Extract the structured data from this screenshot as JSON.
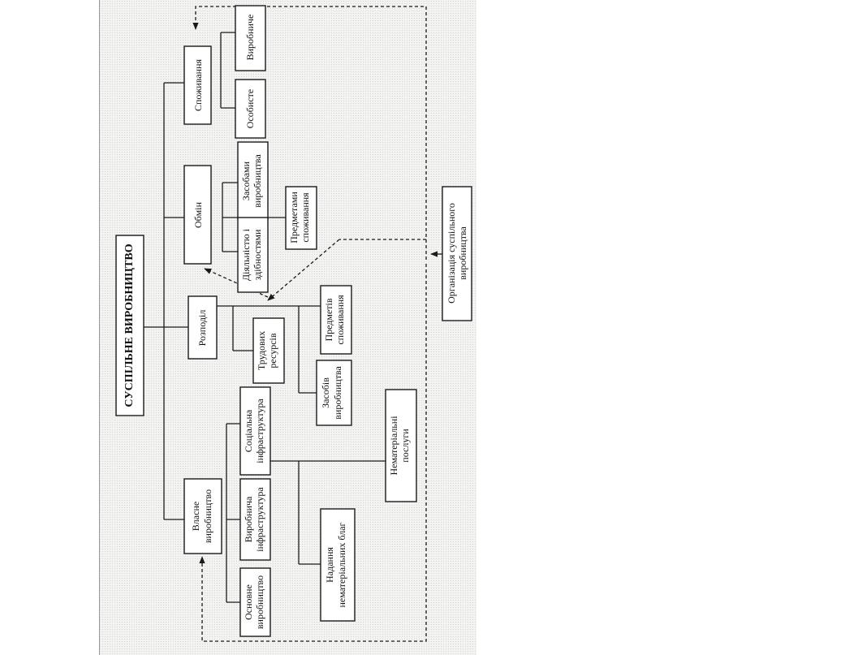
{
  "diagram": {
    "title": "СУСПІЛЬНЕ ВИРОБНИЦТВО",
    "phases": {
      "production": {
        "line1": "Власне",
        "line2": "виробництво"
      },
      "distribution": {
        "label": "Розподіл"
      },
      "exchange": {
        "label": "Обмін"
      },
      "consumption": {
        "label": "Споживання"
      }
    },
    "production_children": {
      "basic": {
        "line1": "Основне",
        "line2": "виробництво"
      },
      "production_infra": {
        "line1": "Виробнича",
        "line2": "інфраструктура"
      },
      "social_infra": {
        "line1": "Соціальна",
        "line2": "інфраструктура"
      },
      "immaterial_goods": {
        "line1": "Надання",
        "line2": "нематеріальних благ"
      },
      "immaterial_services": {
        "line1": "Нематеріальні",
        "line2": "послуги"
      }
    },
    "distribution_children": {
      "labor": {
        "line1": "Трудових",
        "line2": "ресурсів"
      },
      "means": {
        "line1": "Засобів",
        "line2": "виробництва"
      },
      "consumer_goods": {
        "line1": "Предметів",
        "line2": "споживання"
      }
    },
    "exchange_children": {
      "activity": {
        "line1": "Діяльністю і",
        "line2": "здібностями"
      },
      "means": {
        "line1": "Засобами",
        "line2": "виробництва"
      },
      "consumer_goods": {
        "line1": "Предметами",
        "line2": "споживання"
      }
    },
    "consumption_children": {
      "personal": {
        "label": "Особисте"
      },
      "productive": {
        "label": "Виробниче"
      }
    },
    "organization": {
      "line1": "Організація суспільного",
      "line2": "виробництва"
    }
  }
}
